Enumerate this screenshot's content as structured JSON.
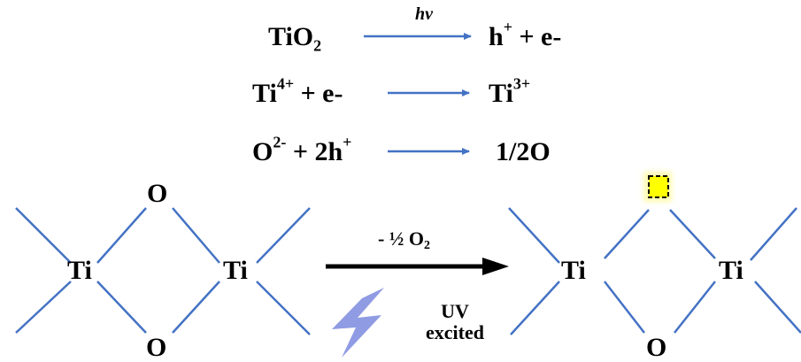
{
  "equations": [
    {
      "reactant": "TiO",
      "reactant_sub": "2",
      "over_arrow": "hv",
      "product_1": "h",
      "product_1_sup": "+",
      "plus": "+ e-"
    },
    {
      "reactant": "Ti",
      "reactant_sup": "4+",
      "plus": "+  e-",
      "product": "Ti",
      "product_sup": "3+"
    },
    {
      "reactant": "O",
      "reactant_sup": "2-",
      "plus": "+ 2h",
      "plus_sup": "+",
      "product": "1/2O"
    }
  ],
  "left_structure": {
    "o_top": "O",
    "o_bottom": "O",
    "ti_left": "Ti",
    "ti_right": "Ti"
  },
  "right_structure": {
    "o_bottom": "O",
    "ti_left": "Ti",
    "ti_right": "Ti"
  },
  "reaction": {
    "above": "- ½ O",
    "above_sub": "2",
    "below_line1": "UV",
    "below_line2": "excited"
  },
  "colors": {
    "bond": "#4472c4",
    "vacancy_fill": "#ffff00",
    "vacancy_glow": "#fffbb0",
    "lightning": "#8f9be3"
  },
  "icons": {
    "uv": "lightning-icon",
    "vacancy": "oxygen-vacancy-icon"
  }
}
